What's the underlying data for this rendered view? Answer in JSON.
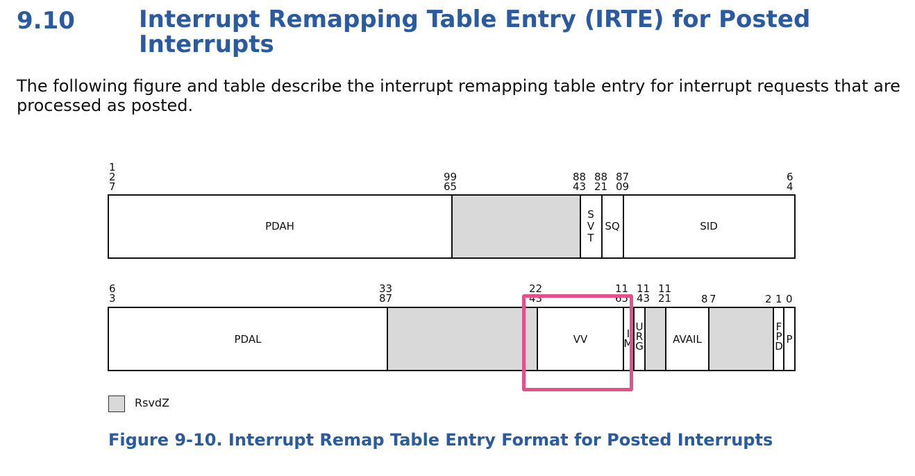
{
  "section": {
    "number": "9.10",
    "title": "Interrupt Remapping Table Entry (IRTE) for Posted Interrupts"
  },
  "intro": "The following figure and table describe the interrupt remapping table entry for interrupt requests that are processed as posted.",
  "colors": {
    "heading": "#2a5aa0",
    "rsvd": "#d9d9d9",
    "highlight": "#e5508a"
  },
  "upper_row": {
    "bit_numbers": [
      "1\n2\n7",
      "99\n65",
      "88\n43",
      "88\n21",
      "87\n09",
      "6\n4"
    ],
    "fields": {
      "pdah": "PDAH",
      "svt": "S\nV\nT",
      "sq": "SQ",
      "sid": "SID"
    }
  },
  "lower_row": {
    "bit_numbers": [
      "6\n3",
      "33\n87",
      "22\n43",
      "11\n65",
      "11\n43",
      "11\n21",
      "8",
      "7",
      "2",
      "1",
      "0"
    ],
    "fields": {
      "pdal": "PDAL",
      "vv": "VV",
      "im": "I\nM",
      "urg": "U\nR\nG",
      "avail": "AVAIL",
      "fpd": "F\nP\nD",
      "p": "P"
    }
  },
  "legend": {
    "label": "RsvdZ"
  },
  "caption": "Figure 9-10.  Interrupt Remap Table Entry Format for Posted Interrupts"
}
